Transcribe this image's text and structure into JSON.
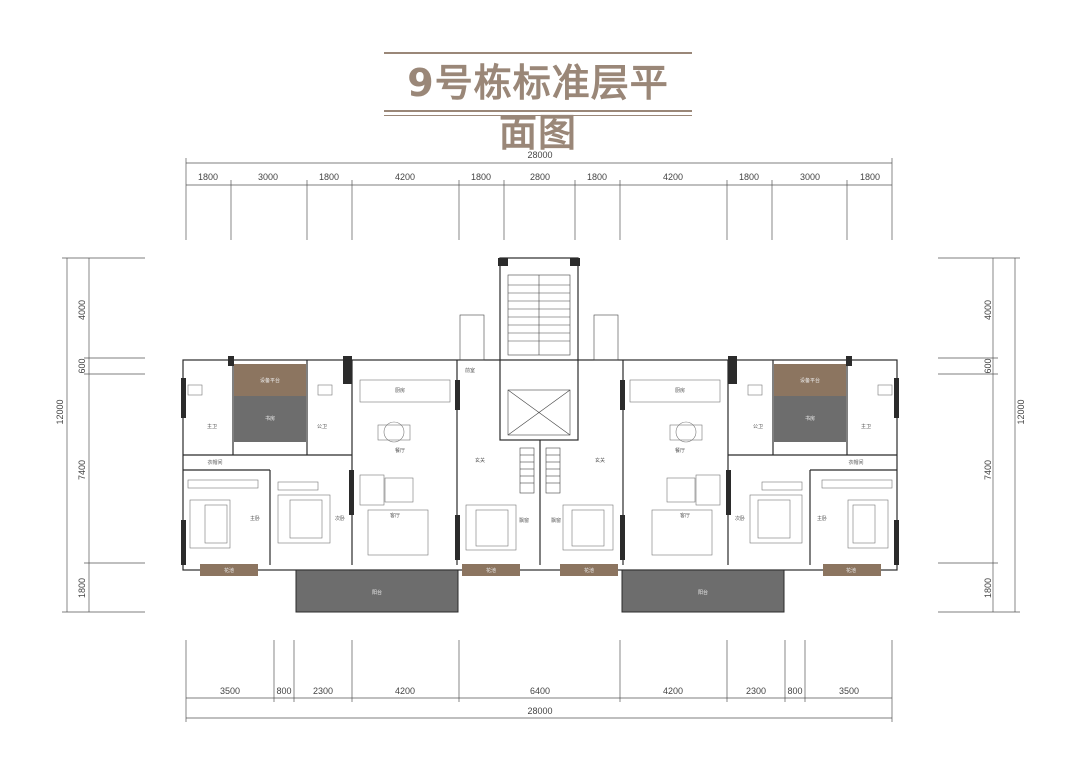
{
  "title": "9号栋标准层平面图",
  "dims": {
    "top_total": "28000",
    "top": [
      "1800",
      "3000",
      "1800",
      "4200",
      "1800",
      "2800",
      "1800",
      "4200",
      "1800",
      "3000",
      "1800"
    ],
    "bottom_total": "28000",
    "bottom": [
      "3500",
      "800",
      "2300",
      "4200",
      "6400",
      "4200",
      "2300",
      "800",
      "3500"
    ],
    "left": [
      "4000",
      "600",
      "7400",
      "1800"
    ],
    "left_total": "12000",
    "right": [
      "4000",
      "600",
      "7400",
      "1800"
    ],
    "right_total": "12000"
  },
  "rooms": {
    "equipment_platform": "设备平台",
    "study": "书房",
    "master_bath": "主卫",
    "public_bath": "公卫",
    "kitchen": "厨房",
    "dining": "餐厅",
    "cloakroom": "衣帽间",
    "master_bedroom": "主卧",
    "bedroom": "次卧",
    "living": "客厅",
    "balcony": "阳台",
    "entrance": "玄关",
    "hall": "前室",
    "flower_box": "花池",
    "bay_window": "飘窗"
  },
  "colors": {
    "title": "#9a8778",
    "wall": "#2b2b2b",
    "brown_fill": "#8c7560",
    "gray_fill": "#6d6d6d"
  }
}
